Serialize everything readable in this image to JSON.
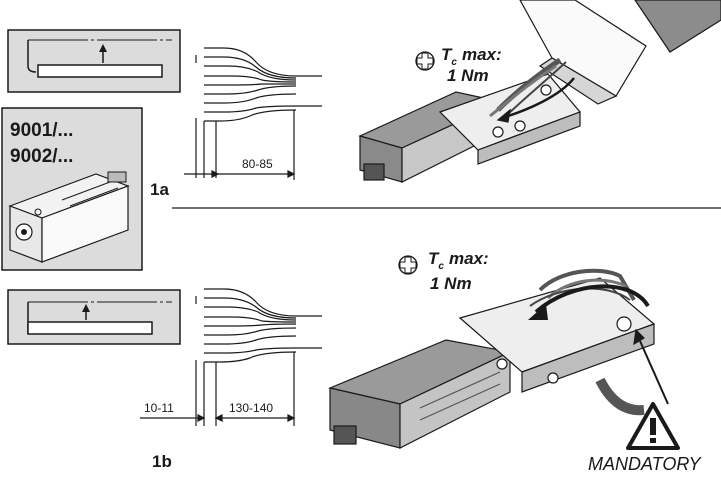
{
  "figure_1a": {
    "label": "1a",
    "models": [
      "9001/...",
      "9002/..."
    ],
    "strip_length": "80-85",
    "torque": {
      "prefix": "T",
      "subscript": "c",
      "suffix": "max:",
      "value": "1 Nm"
    }
  },
  "figure_1b": {
    "label": "1b",
    "strip_length_short": "10-11",
    "strip_length_long": "130-140",
    "torque": {
      "prefix": "T",
      "subscript": "c",
      "suffix": "max:",
      "value": "1 Nm"
    },
    "warning": "MANDATORY"
  },
  "icons": [
    "arrow-up-icon",
    "phillips-screw-icon",
    "warning-triangle-icon",
    "curved-arrow-icon"
  ],
  "colors": {
    "line": "#1a1a1a",
    "panel_gray": "#dcdcdc",
    "part_gray": "#7a7a7a"
  }
}
